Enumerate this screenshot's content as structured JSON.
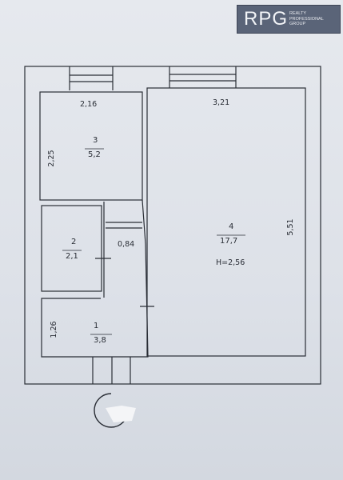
{
  "logo": {
    "main": "RPG",
    "lines": [
      "REALTY",
      "PROFESSIONAL",
      "GROUP"
    ]
  },
  "rooms": [
    {
      "id": "3",
      "area": "5,2"
    },
    {
      "id": "2",
      "area": "2,1"
    },
    {
      "id": "1",
      "area": "3,8"
    },
    {
      "id": "4",
      "area": "17,7",
      "height": "H=2,56"
    }
  ],
  "dimensions": {
    "room3_width": "2,16",
    "room3_height": "2,25",
    "room4_width": "3,21",
    "room4_height": "5,51",
    "corridor_width": "0,84",
    "room1_height": "1,26"
  },
  "colors": {
    "wall_line": "#2a2e36",
    "paper": "#e3e6eb",
    "logo_bg": "#5a6478"
  }
}
